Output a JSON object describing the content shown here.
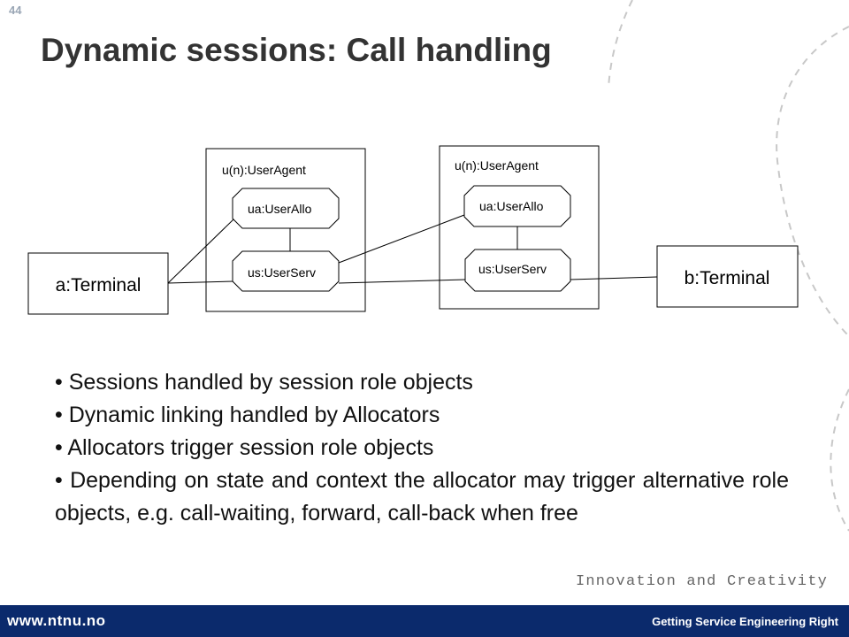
{
  "slide_number": "44",
  "title": "Dynamic sessions: Call handling",
  "diagram": {
    "terminal_a": "a:Terminal",
    "terminal_b": "b:Terminal",
    "agent_left": {
      "label": "u(n):UserAgent",
      "allocator": "ua:UserAllo",
      "serv": "us:UserServ"
    },
    "agent_right": {
      "label": "u(n):UserAgent",
      "allocator": "ua:UserAllo",
      "serv": "us:UserServ"
    }
  },
  "bullets": [
    "Sessions handled by session role objects",
    "Dynamic linking handled by Allocators",
    "Allocators trigger session role objects",
    "Depending on state and context the allocator may trigger alternative role objects, e.g. call-waiting, forward, call-back when free"
  ],
  "tagline": "Innovation and Creativity",
  "footer": {
    "url": "www.ntnu.no",
    "right_text": "Getting Service Engineering Right"
  },
  "colors": {
    "footer_bg": "#0b2a6c",
    "deco_dash": "#c8c8c8"
  }
}
